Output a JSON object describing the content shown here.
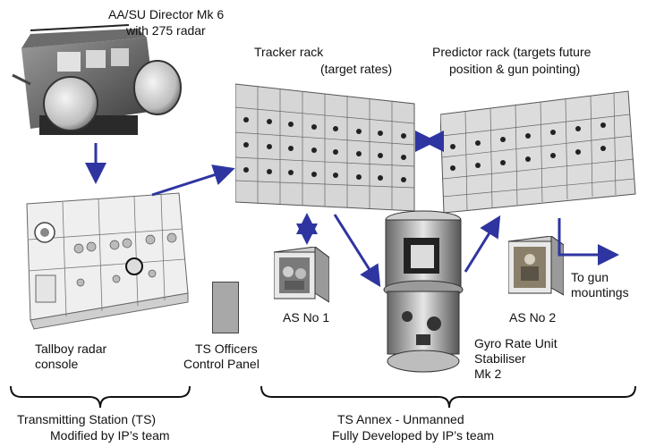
{
  "labels": {
    "director_line1": "AA/SU Director Mk 6",
    "director_line2": "with 275 radar",
    "tracker_line1": "Tracker rack",
    "tracker_line2": "(target rates)",
    "predictor_line1": "Predictor rack (targets future",
    "predictor_line2": "position & gun pointing)",
    "as1": "AS No 1",
    "as2": "AS No 2",
    "to_gun_line1": "To gun",
    "to_gun_line2": "mountings",
    "tallboy_line1": "Tallboy radar",
    "tallboy_line2": "console",
    "ts_officers_line1": "TS Officers",
    "ts_officers_line2": "Control Panel",
    "gyro_line1": "Gyro Rate Unit",
    "gyro_line2": "Stabiliser",
    "gyro_line3": "Mk 2",
    "ts_group_line1": "Transmitting Station (TS)",
    "ts_group_line2": "Modified by IP’s team",
    "annex_group_line1": "TS Annex - Unmanned",
    "annex_group_line2": "Fully Developed by IP’s team"
  },
  "colors": {
    "arrow": "#2e35a0",
    "text": "#111111",
    "panel_grey": "#a8a8a8"
  }
}
